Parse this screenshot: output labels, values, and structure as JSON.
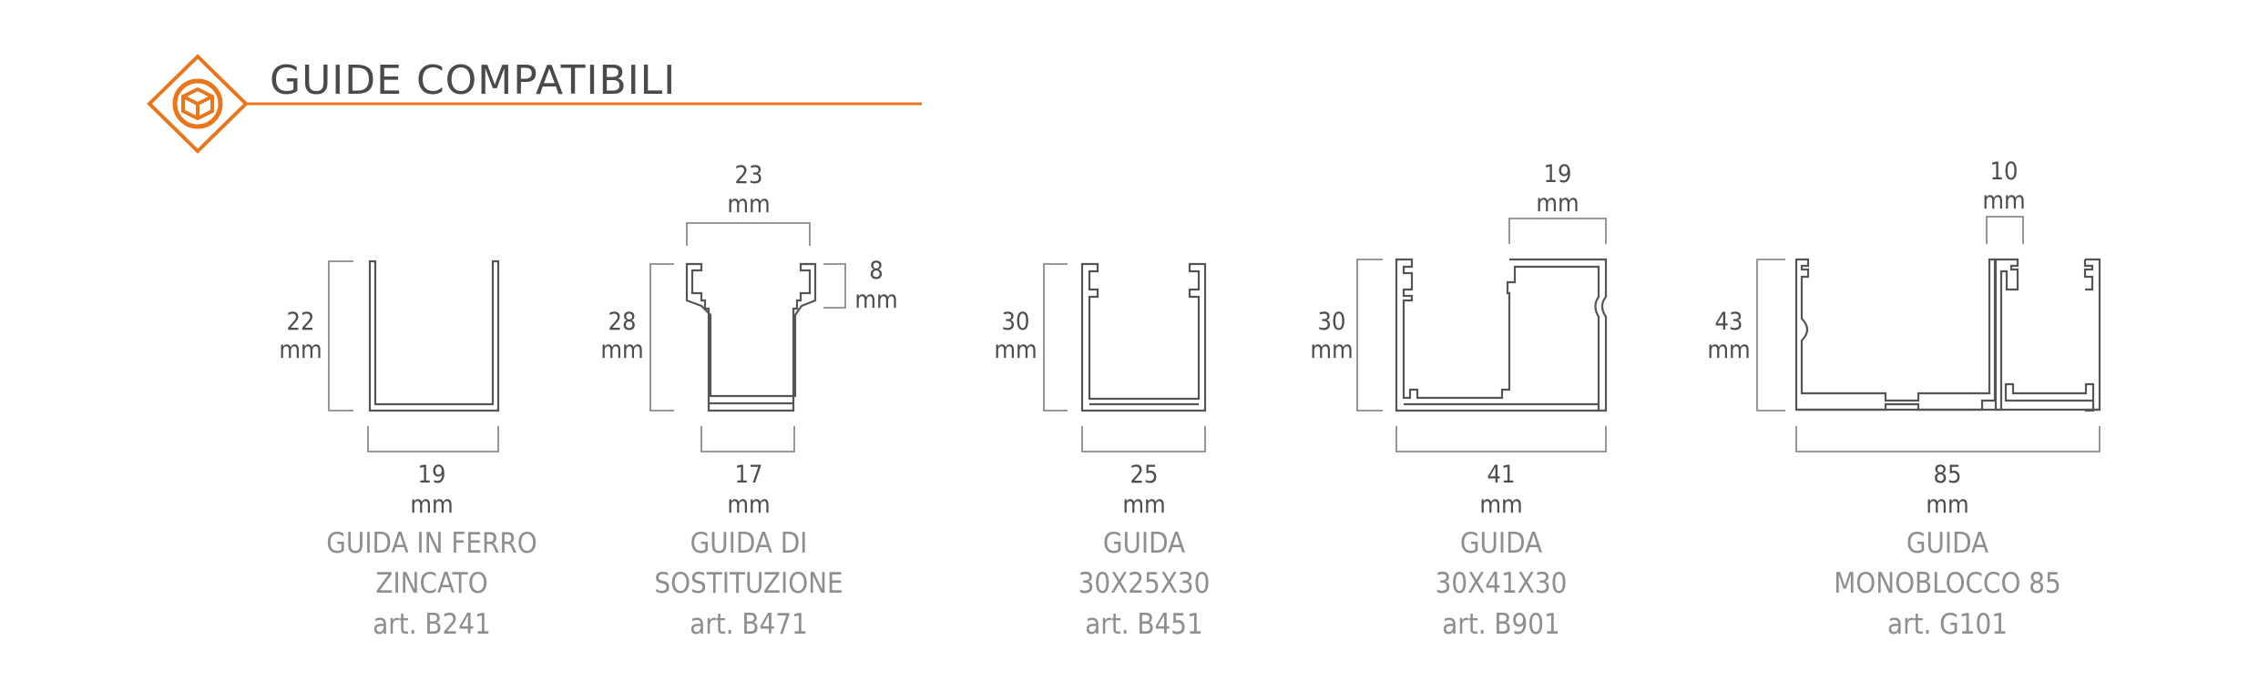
{
  "header": {
    "title": "GUIDE COMPATIBILI",
    "accent_color": "#e8761c",
    "icon": "diamond-profile-icon"
  },
  "guides": [
    {
      "width_value": "19",
      "width_unit": "mm",
      "height_value": "22",
      "height_unit": "mm",
      "caption_lines": [
        "GUIDA IN FERRO",
        "ZINCATO"
      ],
      "article": "art. B241"
    },
    {
      "width_value": "17",
      "width_unit": "mm",
      "height_value": "28",
      "height_unit": "mm",
      "top_value": "23",
      "top_unit": "mm",
      "side_value": "8",
      "side_unit": "mm",
      "caption_lines": [
        "GUIDA DI",
        "SOSTITUZIONE"
      ],
      "article": "art. B471"
    },
    {
      "width_value": "25",
      "width_unit": "mm",
      "height_value": "30",
      "height_unit": "mm",
      "caption_lines": [
        "GUIDA",
        "30X25X30"
      ],
      "article": "art. B451"
    },
    {
      "width_value": "41",
      "width_unit": "mm",
      "height_value": "30",
      "height_unit": "mm",
      "top_value": "19",
      "top_unit": "mm",
      "caption_lines": [
        "GUIDA",
        "30X41X30"
      ],
      "article": "art. B901"
    },
    {
      "width_value": "85",
      "width_unit": "mm",
      "height_value": "43",
      "height_unit": "mm",
      "top_value": "10",
      "top_unit": "mm",
      "caption_lines": [
        "GUIDA",
        "MONOBLOCCO 85"
      ],
      "article": "art. G101"
    }
  ]
}
